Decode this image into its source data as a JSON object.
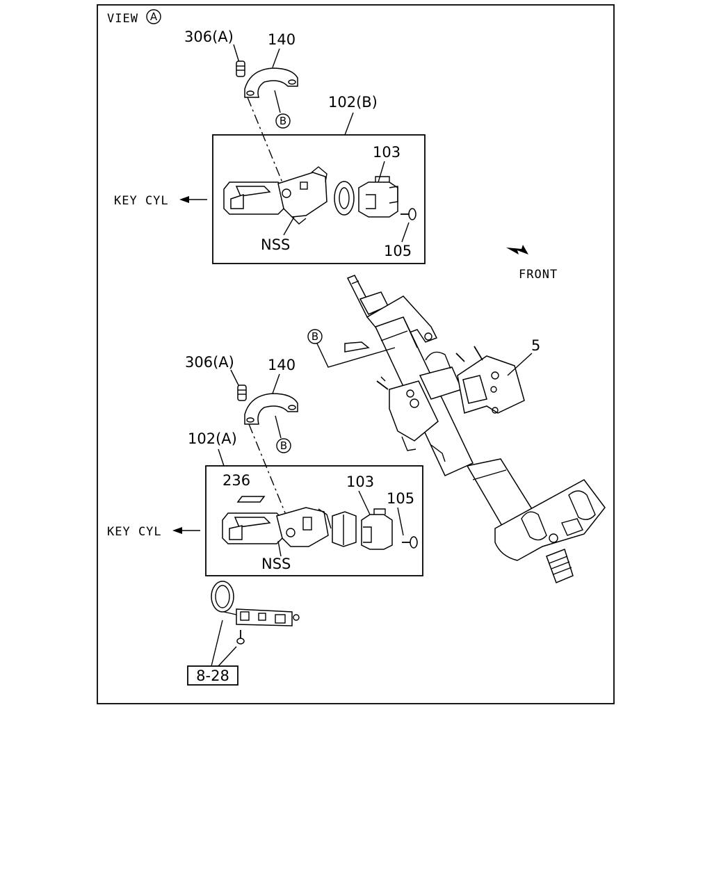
{
  "view_label": {
    "text": "VIEW",
    "letter": "A"
  },
  "upper_group": {
    "bolt": "306(A)",
    "clamp": "140",
    "ref_letter": "B",
    "assembly": "102(B)",
    "switch": "103",
    "screw": "105",
    "nss": "NSS",
    "key_cyl": "KEY CYL"
  },
  "lower_group": {
    "bolt": "306(A)",
    "clamp": "140",
    "ref_letter": "B",
    "assembly": "102(A)",
    "insert": "236",
    "switch": "103",
    "screw": "105",
    "nss": "NSS",
    "key_cyl": "KEY CYL"
  },
  "column": {
    "part": "5",
    "ref_letter": "B"
  },
  "front_label": "FRONT",
  "ref_box": "8-28"
}
